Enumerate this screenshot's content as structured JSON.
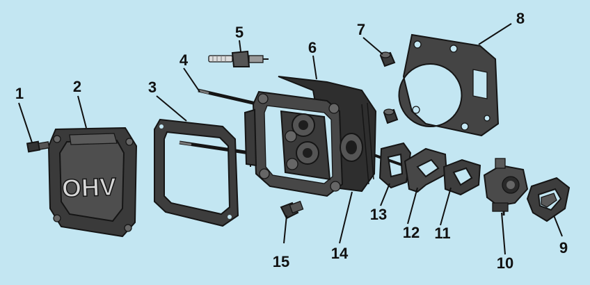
{
  "diagram": {
    "type": "exploded-parts-view",
    "background": "#c3e6f2",
    "part_color": "#3a3a3a",
    "cover_marking": "OHV",
    "callouts": [
      "1",
      "2",
      "3",
      "4",
      "5",
      "6",
      "7",
      "8",
      "9",
      "10",
      "11",
      "12",
      "13",
      "14",
      "15"
    ]
  }
}
